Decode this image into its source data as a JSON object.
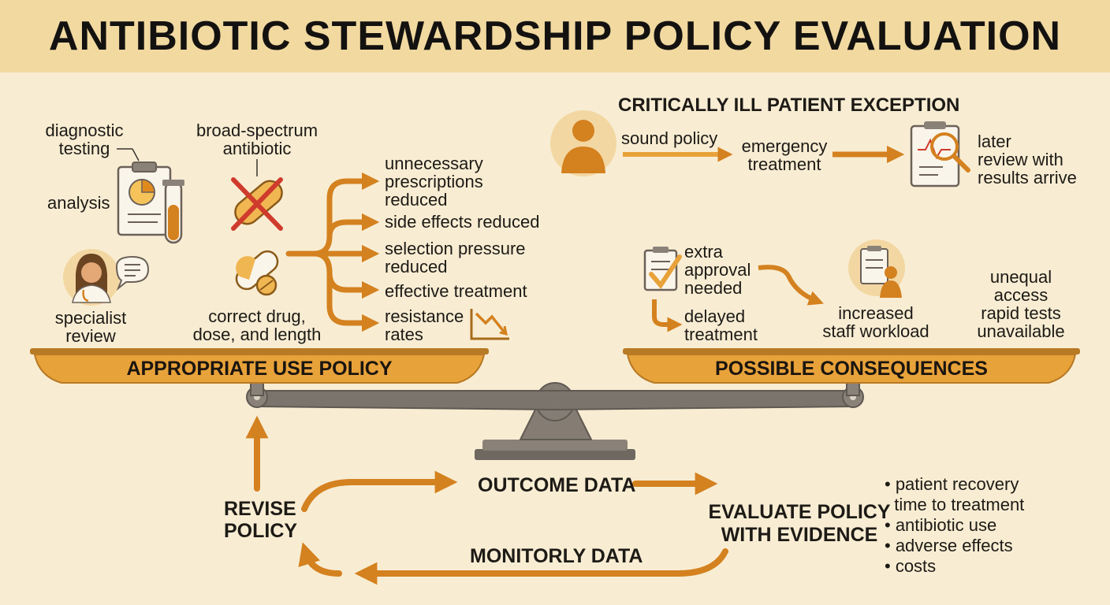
{
  "header": {
    "title": "ANTIBIOTIC STEWARDSHIP POLICY EVALUATION"
  },
  "left_panel": {
    "label": "APPROPRIATE USE POLICY",
    "diagnostic_testing": "diagnostic\ntesting",
    "analysis": "analysis",
    "broad_spectrum": "broad-spectrum\nantibiotic",
    "specialist_review": "specialist\nreview",
    "correct_drug": "correct drug,\ndose, and length",
    "outcomes": [
      "unnecessary\nprescriptions\nreduced",
      "side effects reduced",
      "selection pressure\nreduced",
      "effective treatment",
      "resistance\nrates"
    ]
  },
  "right_panel": {
    "label": "POSSIBLE CONSEQUENCES",
    "exception_title": "CRITICALLY ILL PATIENT EXCEPTION",
    "sound_policy": "sound policy",
    "emergency_treatment": "emergency\ntreatment",
    "later_review": "later\nreview with\nresults arrive",
    "extra_approval": "extra\napproval\nneeded",
    "delayed_treatment": "delayed\ntreatment",
    "staff_workload": "increased\nstaff workload",
    "unequal_access": "unequal\naccess\nrapid tests\nunavailable"
  },
  "cycle": {
    "revise_policy": "REVISE\nPOLICY",
    "outcome_data": "OUTCOME DATA",
    "evaluate_policy": "EVALUATE POLICY\nWITH EVIDENCE",
    "monitory_data": "MONITORLY DATA",
    "metrics": [
      "• patient recovery",
      "  time to treatment",
      "• antibiotic use",
      "• adverse effects",
      "• costs"
    ]
  },
  "colors": {
    "background": "#f8edd3",
    "header": "#f1d9a0",
    "accent": "#e8a23a",
    "arrow": "#d4811f",
    "scale": "#7b746c",
    "x_mark": "#cf3b2c"
  },
  "icons": {
    "clipboard": "clipboard-chart-icon",
    "test_tube": "test-tube-icon",
    "pill_crossed": "crossed-pill-icon",
    "pills": "pills-icon",
    "doctor": "doctor-icon",
    "patient": "patient-icon",
    "report": "report-magnifier-icon",
    "checklist": "checklist-icon",
    "staff": "staff-clipboard-icon",
    "trend": "downward-trend-icon",
    "scale": "balance-scale-icon"
  }
}
